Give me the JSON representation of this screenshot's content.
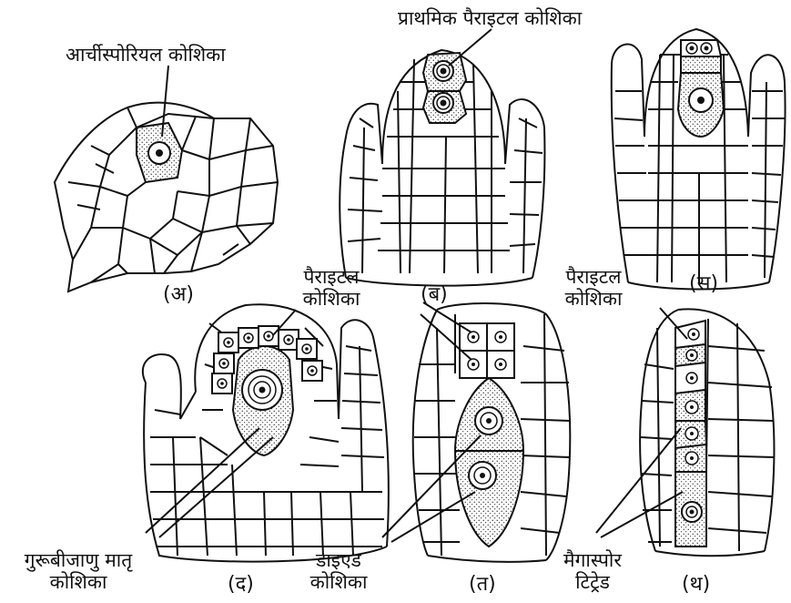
{
  "labels": {
    "archesporial_cell": "आर्चीस्पोरियल कोशिका",
    "primary_parietal_cell": "प्राथमिक पैराइटल कोशिका",
    "parietal_cell_d_line1": "पैराइटल",
    "parietal_cell_d_line2": "कोशिका",
    "parietal_cell_th_line1": "पैराइटल",
    "parietal_cell_th_line2": "कोशिका",
    "megaspore_mother_cell_line1": "गुरूबीजाणु मातृ",
    "megaspore_mother_cell_line2": "कोशिका",
    "dyad_cell_line1": "डाइएड",
    "dyad_cell_line2": "कोशिका",
    "megaspore_tetrad_line1": "मैगास्पोर",
    "megaspore_tetrad_line2": "टिट्रेड"
  },
  "figure_labels": {
    "a": "(अ)",
    "b": "(ब)",
    "s": "(स)",
    "d": "(द)",
    "t": "(त)",
    "th": "(थ)"
  }
}
